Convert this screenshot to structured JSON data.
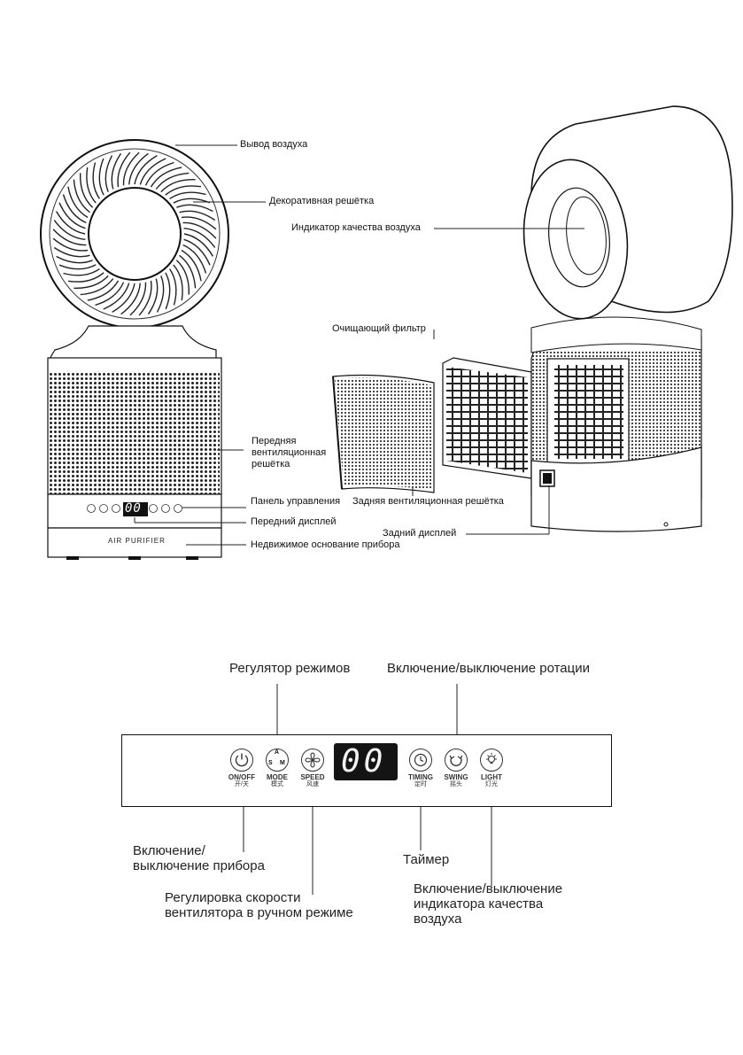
{
  "top_labels": {
    "air_outlet": "Вывод воздуха",
    "decor_grille": "Декоративная решётка",
    "aq_indicator": "Индикатор качества воздуха",
    "filter": "Очищающий фильтр",
    "front_grille_1": "Передняя",
    "front_grille_2": "вентиляционная",
    "front_grille_3": "решётка",
    "control_panel": "Панель управления",
    "front_display": "Передний дисплей",
    "rear_grille": "Задняя вентиляционная решётка",
    "rear_display": "Задний дисплей",
    "base": "Недвижимое основание прибора",
    "base_text": "AIR PURIFIER"
  },
  "bottom_labels": {
    "mode": "Регулятор режимов",
    "swing": "Включение/выключение ротации",
    "power_1": "Включение/",
    "power_2": "выключение прибора",
    "timer": "Таймер",
    "speed_1": "Регулировка скорости",
    "speed_2": "вентилятора в ручном режиме",
    "light_1": "Включение/выключение",
    "light_2": "индикатора качества",
    "light_3": "воздуха"
  },
  "panel": {
    "display_value": "00",
    "buttons": [
      {
        "icon": "power-icon",
        "name": "ON/OFF",
        "cn": "开/关"
      },
      {
        "icon": "mode-icon",
        "name": "MODE",
        "cn": "模式",
        "letters": [
          "A",
          "S",
          "M"
        ]
      },
      {
        "icon": "fan-icon",
        "name": "SPEED",
        "cn": "风速"
      },
      {
        "icon": "clock-icon",
        "name": "TIMING",
        "cn": "定时"
      },
      {
        "icon": "swing-icon",
        "name": "SWING",
        "cn": "摇头"
      },
      {
        "icon": "light-icon",
        "name": "LIGHT",
        "cn": "灯光"
      }
    ]
  },
  "small_display_value": "00"
}
